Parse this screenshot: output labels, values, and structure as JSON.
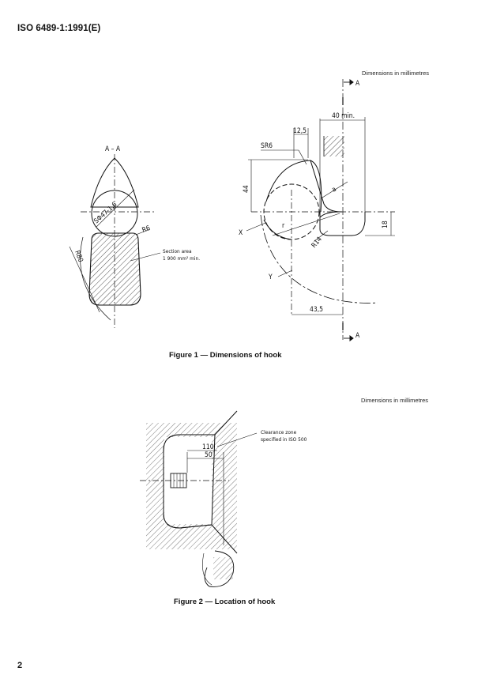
{
  "header": {
    "doc_id": "ISO 6489-1:1991(E)"
  },
  "page_number": "2",
  "figure1": {
    "dims_note": "Dimensions in millimetres",
    "caption": "Figure 1 — Dimensions of hook",
    "labels": {
      "section_aa": "A – A",
      "sphere": "SΦ47-1,6",
      "r6": "R6",
      "r80": "R80",
      "section_area_1": "Section area",
      "section_area_2": "1 900 mm² min.",
      "a_top": "A",
      "a_bottom": "A",
      "d40": "40 min.",
      "d12_5": "12,5",
      "sr6": "SR6",
      "d44": "44",
      "a": "a",
      "d18": "18",
      "x": "X",
      "r": "r",
      "r14": "R14",
      "y": "Y",
      "d43_5": "43,5"
    }
  },
  "figure2": {
    "dims_note": "Dimensions in millimetres",
    "caption": "Figure 2 — Location of hook",
    "labels": {
      "clearance_1": "Clearance zone",
      "clearance_2": "specified in ISO 500",
      "d110": "110",
      "d50": "50"
    }
  }
}
